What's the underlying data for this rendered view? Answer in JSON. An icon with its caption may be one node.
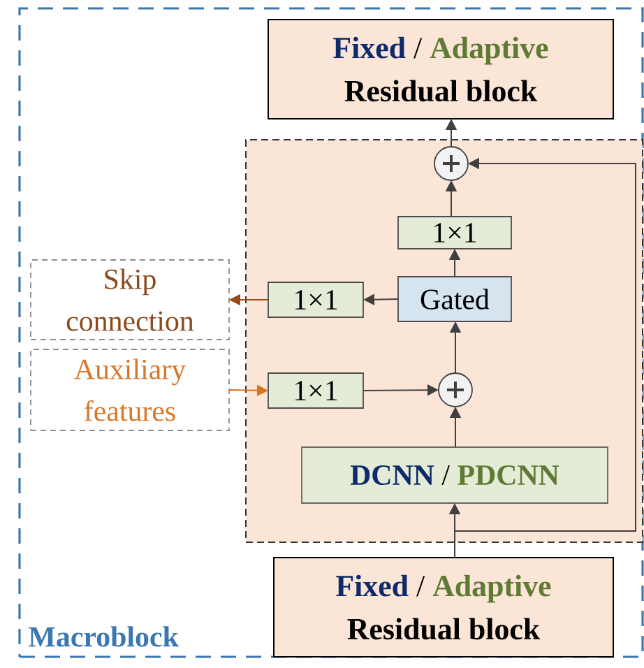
{
  "diagram": {
    "nodes": [
      {
        "text": [
          "Macroblock"
        ]
      },
      {
        "text": [
          "Fixed",
          "/",
          "Adaptive",
          "Residual block"
        ],
        "in": 0
      },
      {
        "text": [],
        "shape": "box",
        "in": 0
      },
      {
        "text": [],
        "shape": "circle",
        "in": 2
      },
      {
        "text": [
          "1×1"
        ],
        "in": 2
      },
      {
        "text": [
          "Gated"
        ],
        "in": 2
      },
      {
        "text": [
          "1×1"
        ],
        "in": 2
      },
      {
        "text": [
          "Skip connection"
        ],
        "in": 0
      },
      {
        "text": [
          "Auxiliary features"
        ],
        "in": 0
      },
      {
        "text": [
          "1×1"
        ],
        "in": 2
      },
      {
        "text": [],
        "shape": "circle",
        "in": 2
      },
      {
        "text": [
          "DCNN",
          "/",
          "PDCNN"
        ],
        "in": 2
      },
      {
        "text": [
          "Fixed",
          "/",
          "Adaptive",
          "Residual block"
        ],
        "in": 0
      }
    ],
    "edges": [
      {
        "from": 12,
        "to": 11,
        "arrow": "to"
      },
      {
        "from": 11,
        "to": 10,
        "arrow": "to"
      },
      {
        "from": 9,
        "to": 10,
        "arrow": "to"
      },
      {
        "from": 8,
        "to": 9,
        "arrow": "to",
        "color": "#d9731f"
      },
      {
        "from": 10,
        "to": 5,
        "arrow": "to"
      },
      {
        "from": 5,
        "to": 4,
        "arrow": "to"
      },
      {
        "from": 5,
        "to": 6,
        "arrow": "to"
      },
      {
        "from": 6,
        "to": 7,
        "arrow": "to",
        "color": "#9a4a16"
      },
      {
        "from": 4,
        "to": 3,
        "arrow": "to"
      },
      {
        "from": 3,
        "to": 1,
        "arrow": "to"
      },
      {
        "from": 12,
        "to": 3,
        "arrow": "to"
      }
    ]
  }
}
